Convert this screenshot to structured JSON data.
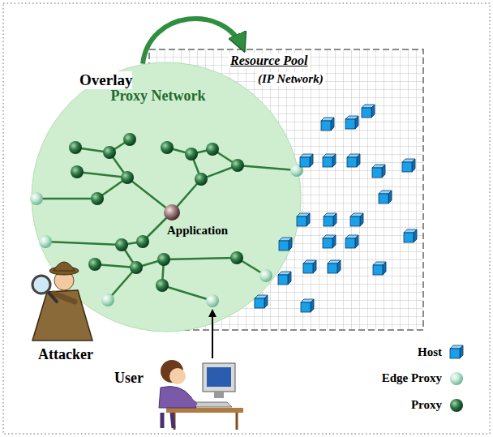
{
  "diagram": {
    "nodes": [
      {
        "text": [
          "Proxy Network"
        ]
      },
      {
        "text": [
          "Resource Pool",
          "(IP Network)"
        ]
      },
      {
        "text": [
          "Application"
        ],
        "in": 0
      }
    ],
    "edges": [
      {
        "from": 0,
        "to": 1,
        "arrow": "to",
        "label": "Overlay"
      }
    ],
    "labels": [
      "Attacker",
      "User"
    ],
    "legend": [
      {
        "text": "Host"
      },
      {
        "text": "Edge Proxy"
      },
      {
        "text": "Proxy"
      }
    ]
  }
}
